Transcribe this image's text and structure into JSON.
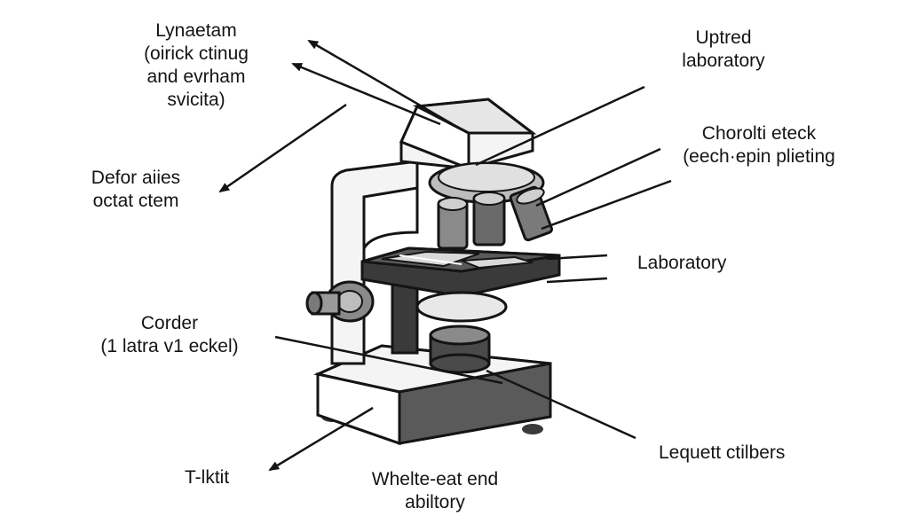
{
  "labels": {
    "top_left": [
      "Lynaetam",
      "(oirick ctinug",
      "and  evrham",
      "svicita)"
    ],
    "top_right": [
      "Uptred",
      "laboratory"
    ],
    "left_mid": [
      "Defor aiies",
      "octat ctem"
    ],
    "right_upper": [
      "Chorolti eteck",
      "(eech·epin plieting"
    ],
    "right_mid": [
      "Laboratory"
    ],
    "left_lower": [
      "Corder",
      "(1 latra v1 eckel)"
    ],
    "right_lower": [
      "Lequett ctilbers"
    ],
    "bottom_left": [
      "T-lktit"
    ],
    "bottom_center": [
      "Whelte-eat end",
      "abiltory"
    ]
  },
  "colors": {
    "ink": "#141414",
    "dark_gray": "#4a4a4a",
    "mid_gray": "#8a8a8a",
    "light_gray": "#d9d9d9",
    "body_fill": "#f4f4f4"
  }
}
